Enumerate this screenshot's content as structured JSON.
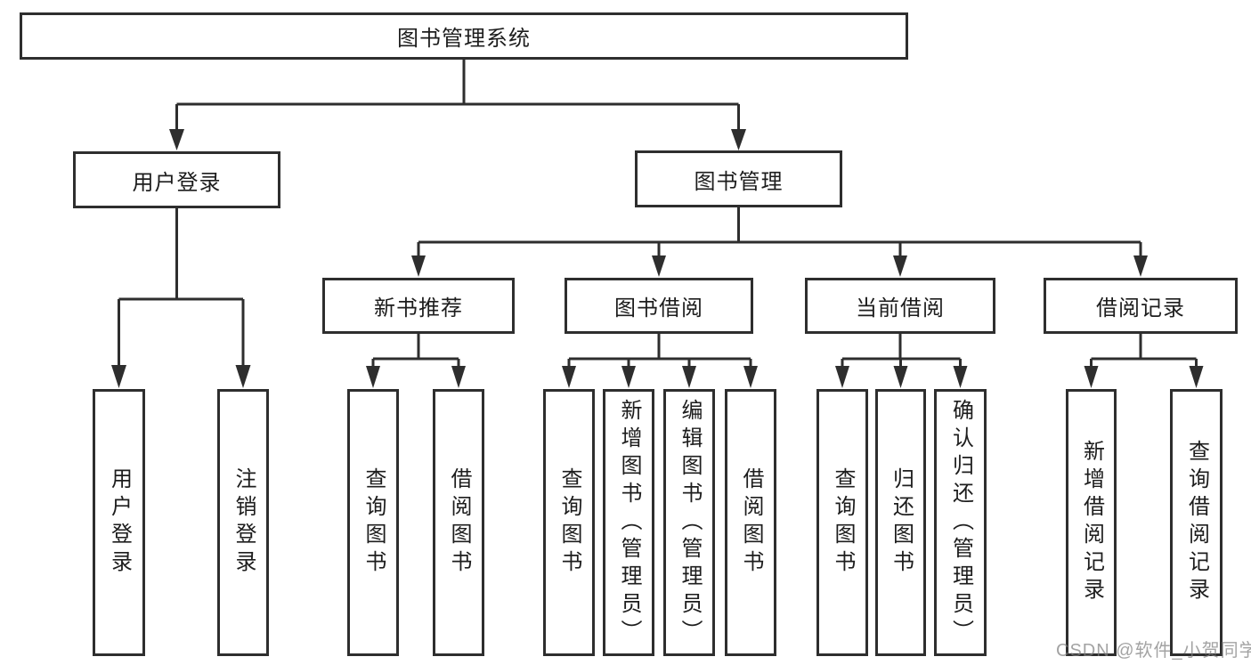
{
  "tree": {
    "root": {
      "label": "图书管理系统",
      "children": [
        {
          "label": "用户登录",
          "children": [
            {
              "label": "用户登录"
            },
            {
              "label": "注销登录"
            }
          ]
        },
        {
          "label": "图书管理",
          "children": [
            {
              "label": "新书推荐",
              "children": [
                {
                  "label": "查询图书"
                },
                {
                  "label": "借阅图书"
                }
              ]
            },
            {
              "label": "图书借阅",
              "children": [
                {
                  "label": "查询图书"
                },
                {
                  "label": "新增图书（管理员）"
                },
                {
                  "label": "编辑图书（管理员）"
                },
                {
                  "label": "借阅图书"
                }
              ]
            },
            {
              "label": "当前借阅",
              "children": [
                {
                  "label": "查询图书"
                },
                {
                  "label": "归还图书"
                },
                {
                  "label": "确认归还（管理员）"
                }
              ]
            },
            {
              "label": "借阅记录",
              "children": [
                {
                  "label": "新增借阅记录"
                },
                {
                  "label": "查询借阅记录"
                }
              ]
            }
          ]
        }
      ]
    }
  },
  "watermark": {
    "text": "CSDN @软件_小贺同学",
    "color": "#8a8a8a"
  },
  "colors": {
    "line": "#2e2e2e",
    "text": "#1d1d1d",
    "background": "#ffffff"
  }
}
